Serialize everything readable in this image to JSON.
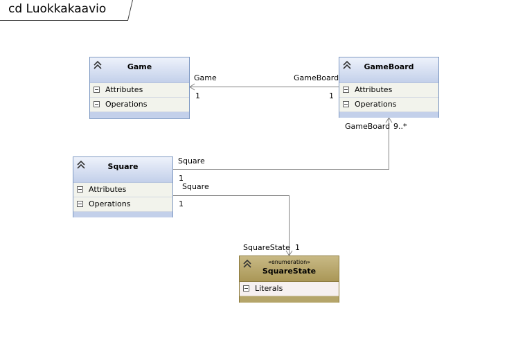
{
  "frame": {
    "title": "cd Luokkakaavio"
  },
  "classes": {
    "game": {
      "name": "Game",
      "attributes": "Attributes",
      "operations": "Operations"
    },
    "gameboard": {
      "name": "GameBoard",
      "attributes": "Attributes",
      "operations": "Operations"
    },
    "square": {
      "name": "Square",
      "attributes": "Attributes",
      "operations": "Operations"
    }
  },
  "enumeration": {
    "stereotype": "«enumeration»",
    "name": "SquareState",
    "literals": "Literals"
  },
  "associations": {
    "game_gameboard": {
      "role_game": "Game",
      "mult_game": "1",
      "role_gameboard": "GameBoard",
      "mult_gameboard": "1"
    },
    "gameboard_square": {
      "role_gameboard": "GameBoard",
      "mult_gameboard": "9..*",
      "role_square": "Square",
      "mult_square": "1"
    },
    "square_squarestate": {
      "role_square": "Square",
      "mult_square": "1",
      "role_state": "SquareState",
      "mult_state": "1"
    }
  },
  "colors": {
    "class_border": "#7d98c2",
    "class_header": "#c3d0ea",
    "enum_header": "#aa9757",
    "line": "#808080"
  }
}
